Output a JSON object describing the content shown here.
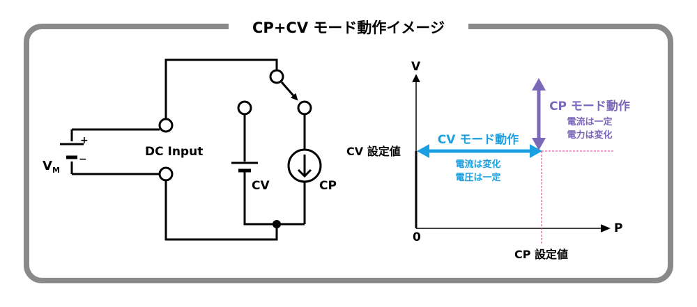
{
  "title": "CP+CV モード動作イメージ",
  "circuit": {
    "vm_label": "V",
    "vm_subscript": "M",
    "plus_sign": "+",
    "minus_sign": "−",
    "dc_input_label": "DC Input",
    "cv_label": "CV",
    "cp_label": "CP"
  },
  "graph": {
    "v_axis_label": "V",
    "p_axis_label": "P",
    "origin_label": "0",
    "cv_setpoint_label": "CV 設定値",
    "cp_setpoint_label": "CP 設定値",
    "cv_mode": {
      "title": "CV モード動作",
      "line1": "電流は変化",
      "line2": "電圧は一定",
      "color": "#1aa0e0"
    },
    "cp_mode": {
      "title": "CP モード動作",
      "line1": "電流は一定",
      "line2": "電力は変化",
      "color": "#7b68b8"
    },
    "guide_color": "#e0308c"
  },
  "colors": {
    "frame": "#8a8a8a",
    "line": "#000000"
  }
}
